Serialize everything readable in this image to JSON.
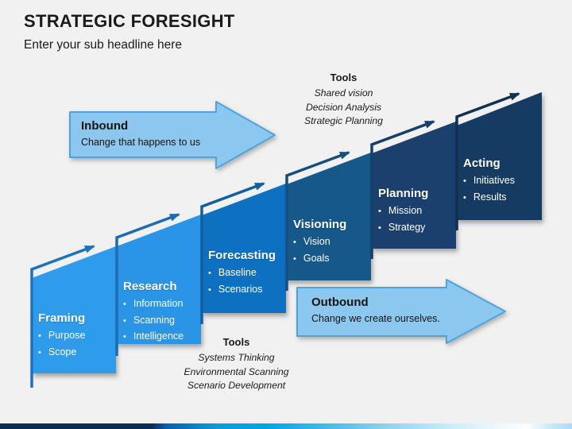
{
  "slide": {
    "title": "STRATEGIC FORESIGHT",
    "subtitle": "Enter your sub headline here"
  },
  "inbound": {
    "title": "Inbound",
    "description": "Change that happens to us"
  },
  "outbound": {
    "title": "Outbound",
    "description": "Change we create ourselves."
  },
  "tools_top": {
    "heading": "Tools",
    "items": [
      "Shared vision",
      "Decision Analysis",
      "Strategic Planning"
    ]
  },
  "tools_bottom": {
    "heading": "Tools",
    "items": [
      "Systems Thinking",
      "Environmental Scanning",
      "Scenario Development"
    ]
  },
  "steps": [
    {
      "title": "Framing",
      "bullets": [
        "Purpose",
        "Scope"
      ],
      "fill": "#2F9CEB",
      "line": "#1D72BE"
    },
    {
      "title": "Research",
      "bullets": [
        "Information",
        "Scanning",
        "Intelligence"
      ],
      "fill": "#2B95E7",
      "line": "#1C6CB4"
    },
    {
      "title": "Forecasting",
      "bullets": [
        "Baseline",
        "Scenarios"
      ],
      "fill": "#0F70C1",
      "line": "#135E9E"
    },
    {
      "title": "Visioning",
      "bullets": [
        "Vision",
        "Goals"
      ],
      "fill": "#155889",
      "line": "#164E7E"
    },
    {
      "title": "Planning",
      "bullets": [
        "Mission",
        "Strategy"
      ],
      "fill": "#1A406E",
      "line": "#15406B"
    },
    {
      "title": "Acting",
      "bullets": [
        "Initiatives",
        "Results"
      ],
      "fill": "#123A63",
      "line": "#132F52"
    }
  ],
  "arrow_style": {
    "fill": "#8CC7F0",
    "stroke": "#4FA3DC"
  },
  "colors": {
    "background": "#F1F1F1",
    "title_text": "#1A1A1A",
    "bar_navy": "#0E2A56",
    "bar_cyan": "#00A7E5"
  }
}
